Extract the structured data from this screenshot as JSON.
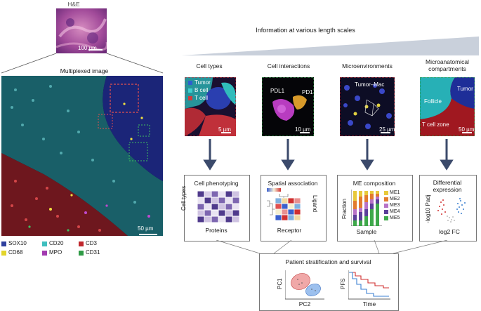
{
  "he": {
    "title": "H&E",
    "scale": "100 µm"
  },
  "multiplex": {
    "title": "Multiplexed image",
    "scale": "50 µm"
  },
  "markers": [
    {
      "name": "SOX10",
      "color": "#2e3f9e"
    },
    {
      "name": "CD20",
      "color": "#3fbfbf"
    },
    {
      "name": "CD3",
      "color": "#c0272d"
    },
    {
      "name": "CD68",
      "color": "#e3d52a"
    },
    {
      "name": "MPO",
      "color": "#a23ab0"
    },
    {
      "name": "CD31",
      "color": "#2e9a45"
    }
  ],
  "scales_header": "Information at various length scales",
  "panels": [
    {
      "title": "Cell types",
      "scale": "5 µm",
      "labels": [
        "Tumor",
        "B cell",
        "T cell"
      ],
      "border": "#c0272d"
    },
    {
      "title": "Cell interactions",
      "scale": "10 µm",
      "labels": [
        "PDL1",
        "PD1"
      ],
      "border": "#2e9a45"
    },
    {
      "title": "Microenvironments",
      "scale": "25 µm",
      "labels": [
        "Tumor–Mac"
      ],
      "border": "#c0272d"
    },
    {
      "title": "Microanatomical\ncompartments",
      "scale": "50 µm",
      "labels": [
        "Tumor",
        "Follicle",
        "T cell zone"
      ],
      "border": "#2e9a45"
    }
  ],
  "analyses": [
    {
      "title": "Cell phenotyping",
      "ylabel": "Cell types",
      "xlabel": "Proteins"
    },
    {
      "title": "Spatial association",
      "ylabel": "Ligand",
      "xlabel": "Receptor"
    },
    {
      "title": "ME composition",
      "ylabel": "Fraction",
      "xlabel": "Sample",
      "legend": [
        "ME1",
        "ME2",
        "ME3",
        "ME4",
        "ME5"
      ]
    },
    {
      "title": "Differential\nexpression",
      "ylabel": "-log10 Padj",
      "xlabel": "log2 FC"
    }
  ],
  "survival": {
    "title": "Patient stratification and survival",
    "pca_y": "PC1",
    "pca_x": "PC2",
    "km_y": "PFS",
    "km_x": "Time"
  },
  "me_colors": [
    "#e8c93b",
    "#e27b2f",
    "#b873c7",
    "#5b3f99",
    "#3ea84a"
  ]
}
